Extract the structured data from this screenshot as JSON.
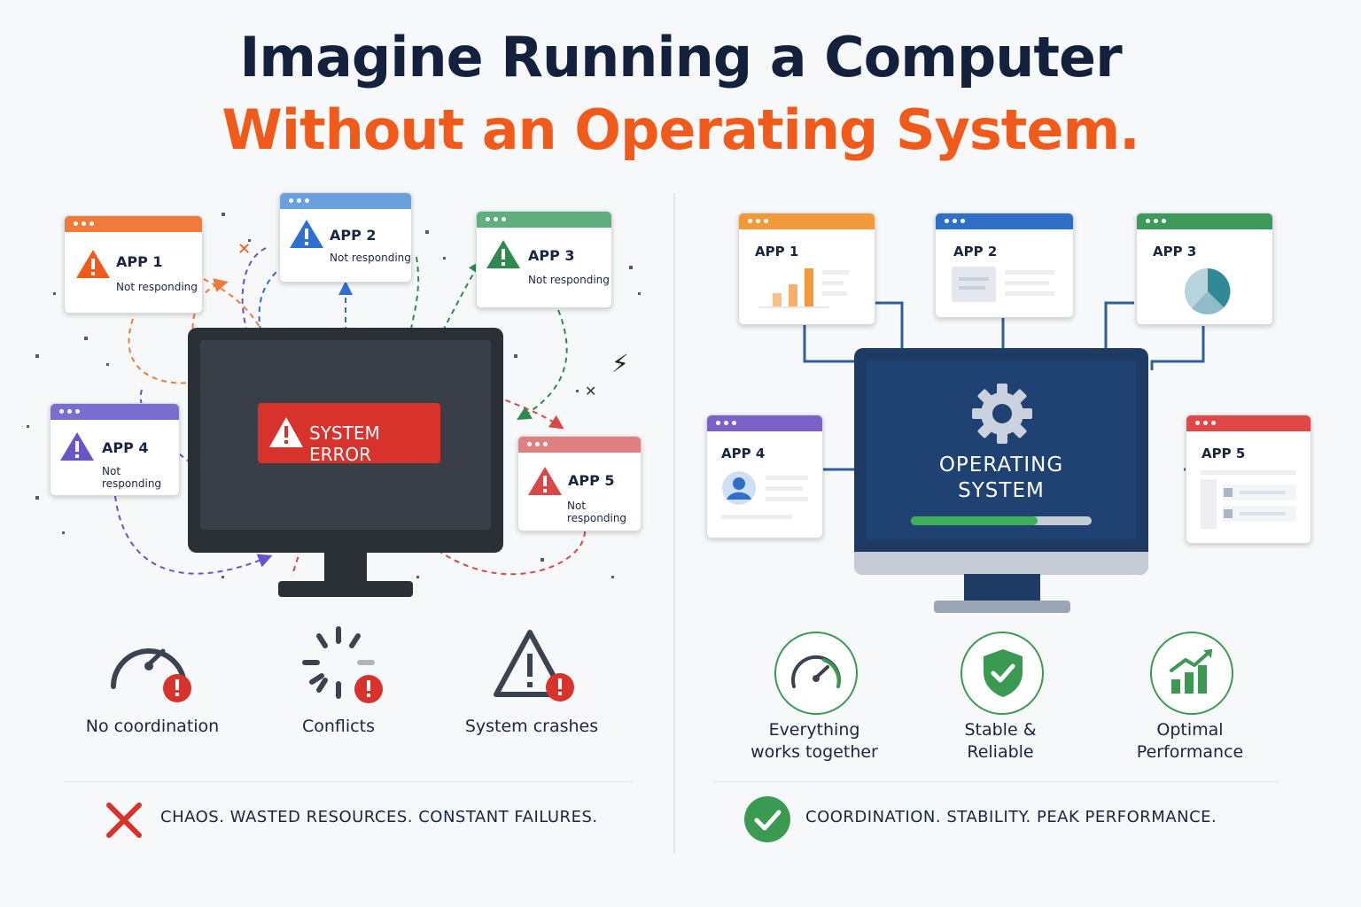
{
  "title": {
    "line1": "Imagine Running a Computer",
    "line2": "Without an Operating System."
  },
  "left": {
    "apps": [
      {
        "name": "APP 1",
        "status": "Not responding",
        "color": "#f07a3a",
        "icon_color": "#f05a1a"
      },
      {
        "name": "APP 2",
        "status": "Not responding",
        "color": "#6aa0dc",
        "icon_color": "#2f6fd0"
      },
      {
        "name": "APP 3",
        "status": "Not responding",
        "color": "#5fae7e",
        "icon_color": "#2e8a4e"
      },
      {
        "name": "APP 4",
        "status": "Not responding",
        "color": "#7a6fd0",
        "icon_color": "#6a55c8"
      },
      {
        "name": "APP 5",
        "status": "Not responding",
        "color": "#e08080",
        "icon_color": "#d84848"
      }
    ],
    "error_label": "SYSTEM ERROR",
    "issues": [
      "No coordination",
      "Conflicts",
      "System crashes"
    ],
    "footer": "CHAOS. WASTED RESOURCES. CONSTANT FAILURES.",
    "icons": {
      "speedometer": "speedometer-warning-icon",
      "spinner": "loading-spinner-icon",
      "warning": "warning-triangle-icon",
      "footer": "x-icon"
    }
  },
  "right": {
    "apps": [
      {
        "name": "APP 1",
        "color": "#f29a3a"
      },
      {
        "name": "APP 2",
        "color": "#2f6fc8"
      },
      {
        "name": "APP 3",
        "color": "#3e9a58"
      },
      {
        "name": "APP 4",
        "color": "#7a62c8"
      },
      {
        "name": "APP 5",
        "color": "#e04848"
      }
    ],
    "os_line1": "OPERATING",
    "os_line2": "SYSTEM",
    "progress": 0.7,
    "benefits": [
      {
        "line1": "Everything",
        "line2": "works together"
      },
      {
        "line1": "Stable &",
        "line2": "Reliable"
      },
      {
        "line1": "Optimal",
        "line2": "Performance"
      }
    ],
    "footer": "COORDINATION. STABILITY. PEAK PERFORMANCE.",
    "icons": {
      "speedometer": "speedometer-icon",
      "shield": "shield-check-icon",
      "growth": "growth-chart-icon",
      "footer": "check-circle-icon",
      "gear": "gear-icon"
    }
  },
  "colors": {
    "navy": "#14213d",
    "orange": "#f05a1a",
    "error_red": "#d8322c",
    "ok_green": "#3a9a52"
  }
}
